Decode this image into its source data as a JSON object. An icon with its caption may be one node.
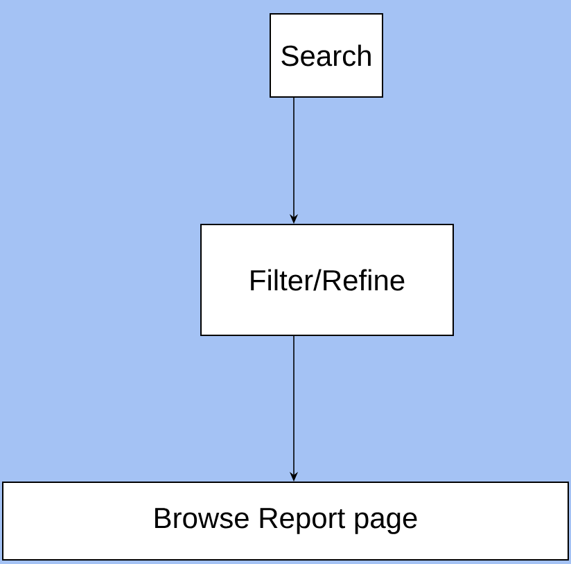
{
  "diagram": {
    "nodes": [
      {
        "text": [
          "Search"
        ]
      },
      {
        "text": [
          "Filter/Refine"
        ]
      },
      {
        "text": [
          "Browse Report page"
        ]
      }
    ],
    "edges": [
      {
        "from": 0,
        "to": 1,
        "arrow": "to"
      },
      {
        "from": 1,
        "to": 2,
        "arrow": "to"
      }
    ]
  }
}
